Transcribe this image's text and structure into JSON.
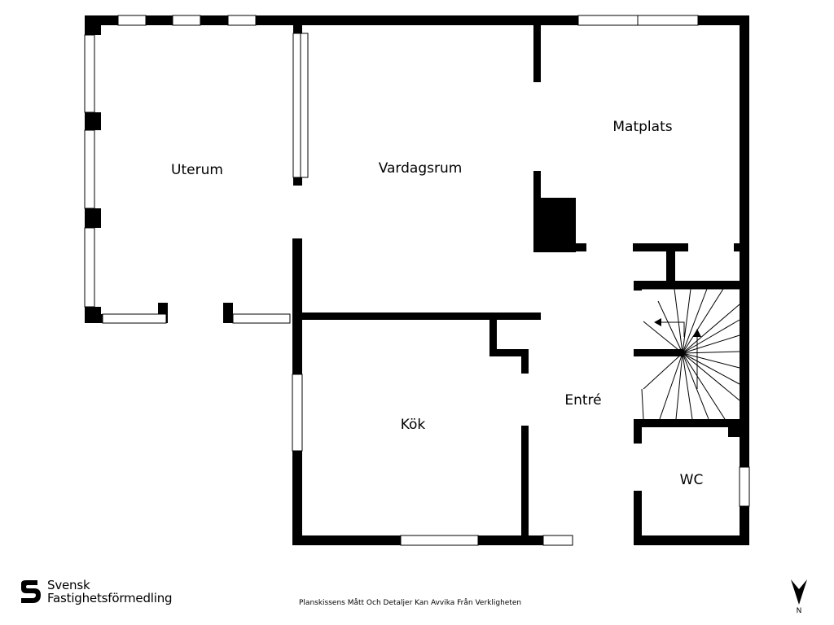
{
  "rooms": {
    "uterum": "Uterum",
    "vardagsrum": "Vardagsrum",
    "matplats": "Matplats",
    "kok": "Kök",
    "entre": "Entré",
    "wc": "WC"
  },
  "brand": {
    "line1": "Svensk",
    "line2": "Fastighetsförmedling"
  },
  "disclaimer": "Planskissens Mått Och Detaljer Kan Avvika Från Verkligheten",
  "compass": {
    "label": "N"
  }
}
